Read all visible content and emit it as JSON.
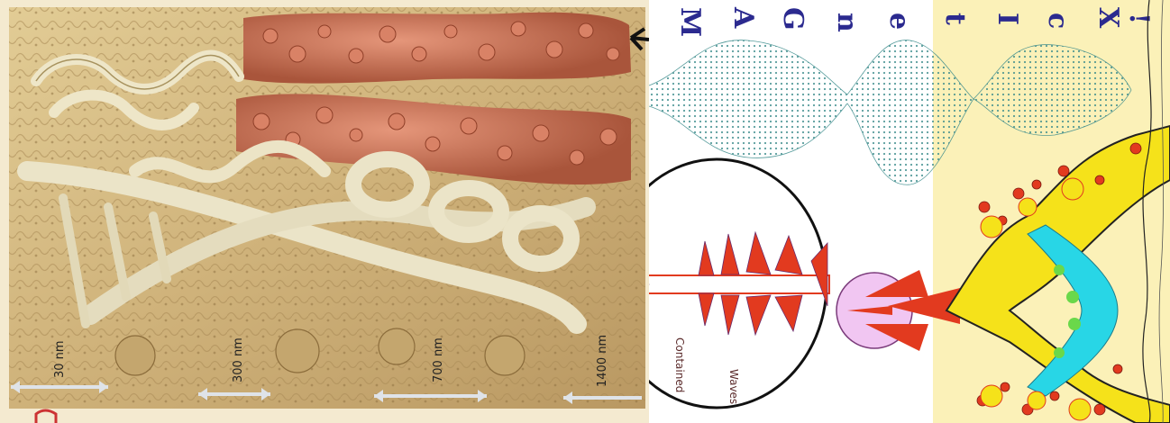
{
  "scale_labels": [
    "30 nm",
    "300 nm",
    "700 nm",
    "1400 nm"
  ],
  "title_letters": [
    "M",
    "A",
    "G",
    "n",
    "e",
    "t",
    "I",
    "c",
    "X",
    "!"
  ],
  "inset_labels": [
    "Contained",
    "Waves"
  ],
  "colors": {
    "sculpture": "#d9c08a",
    "chromatin": "#c77a5e",
    "helix": "#e8e2c8",
    "letters": "#2b2a8f",
    "dots": "#3c8c8c",
    "red_rays": "#e23a1f",
    "yellow_fill": "#f5e21a",
    "cyan_fill": "#28d6e6",
    "green_fill": "#6ad84a",
    "pink_circle": "#f1c6f2",
    "right_bg": "#fbf1b8"
  }
}
